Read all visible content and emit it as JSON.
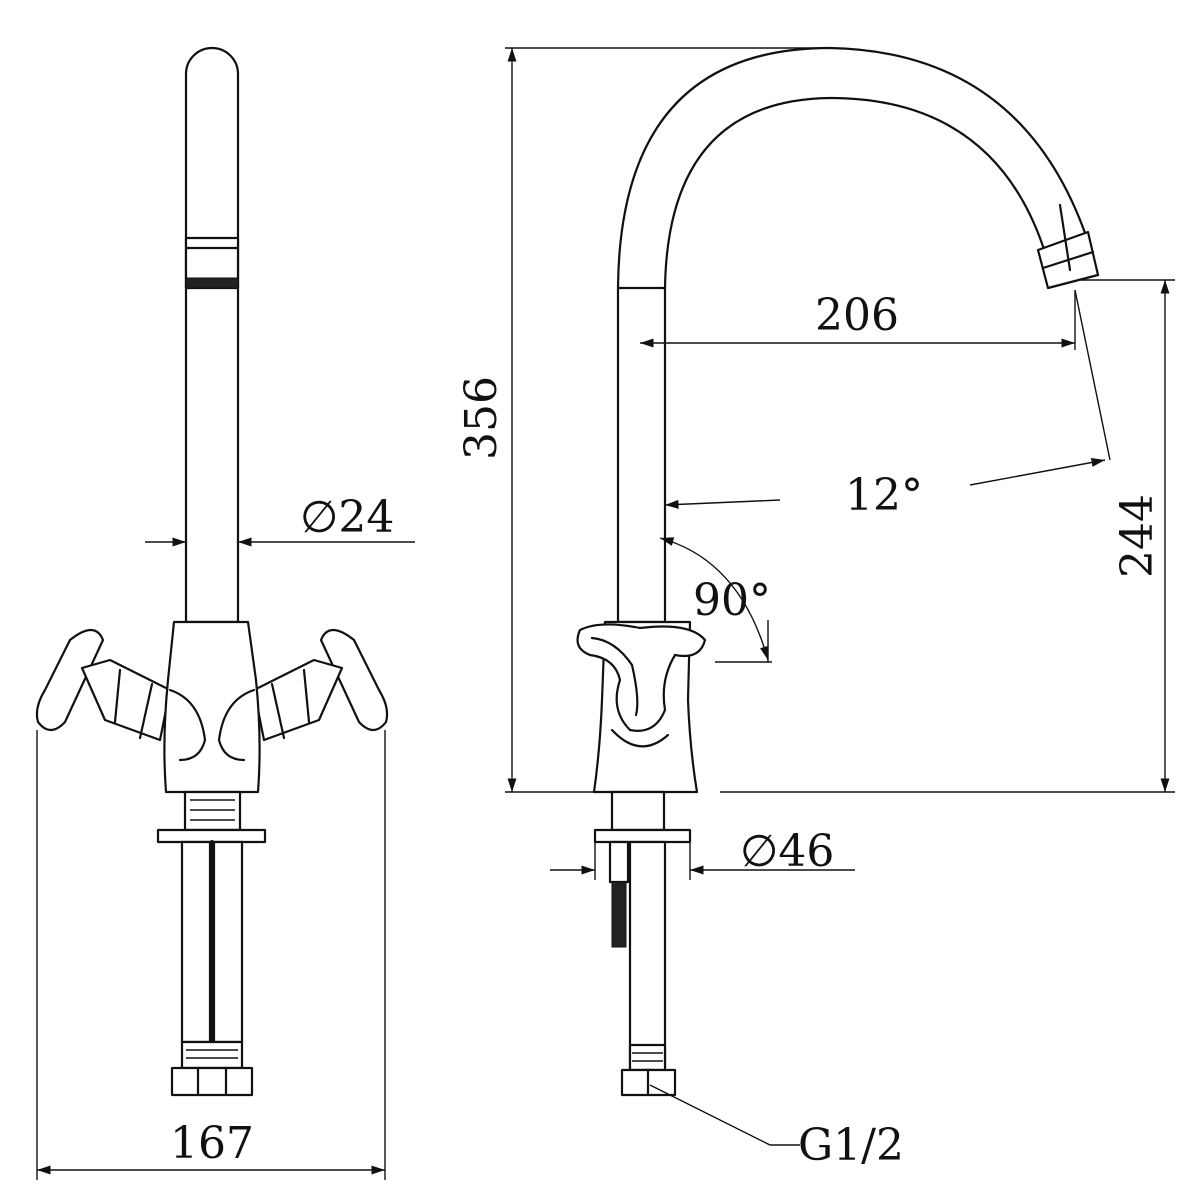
{
  "drawing": {
    "title_hidden": "",
    "front_view": {
      "tube_diameter": "∅24",
      "width": "167"
    },
    "side_view": {
      "height_total": "356",
      "reach": "206",
      "spout_height": "244",
      "spout_angle": "12°",
      "swivel_angle": "90°",
      "base_diameter": "∅46",
      "thread": "G1/2"
    },
    "colors": {
      "line": "#111111",
      "background": "#ffffff"
    }
  }
}
